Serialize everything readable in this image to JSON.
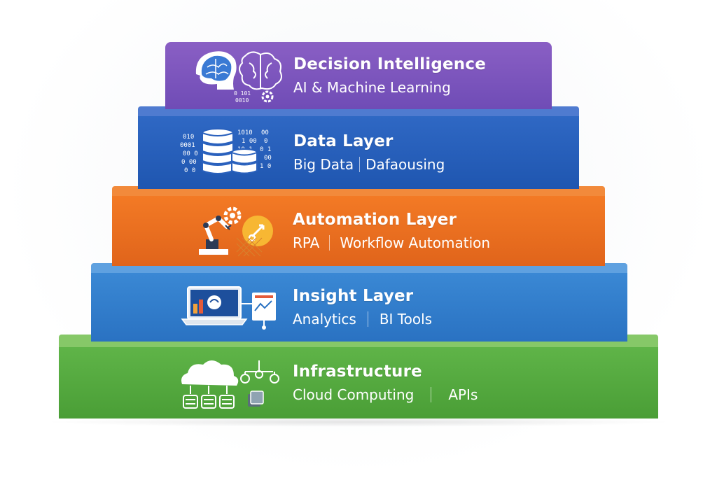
{
  "layers": [
    {
      "id": "decision",
      "title": "Decision Intelligence",
      "subs": [
        "AI & Machine Learning"
      ],
      "icon": "brain-icon",
      "color": "#7a54bd"
    },
    {
      "id": "data",
      "title": "Data Layer",
      "subs": [
        "Big Data",
        "Dafaousing"
      ],
      "icon": "database-icon",
      "color": "#2a61bd"
    },
    {
      "id": "automation",
      "title": "Automation Layer",
      "subs": [
        "RPA",
        "Workflow Automation"
      ],
      "icon": "robot-arm-icon",
      "color": "#ef7222"
    },
    {
      "id": "insight",
      "title": "Insight Layer",
      "subs": [
        "Analytics",
        "BI Tools"
      ],
      "icon": "laptop-chart-icon",
      "color": "#337ecb"
    },
    {
      "id": "infrastructure",
      "title": "Infrastructure",
      "subs": [
        "Cloud Computing",
        "APIs"
      ],
      "icon": "cloud-icon",
      "color": "#55aa40"
    }
  ]
}
